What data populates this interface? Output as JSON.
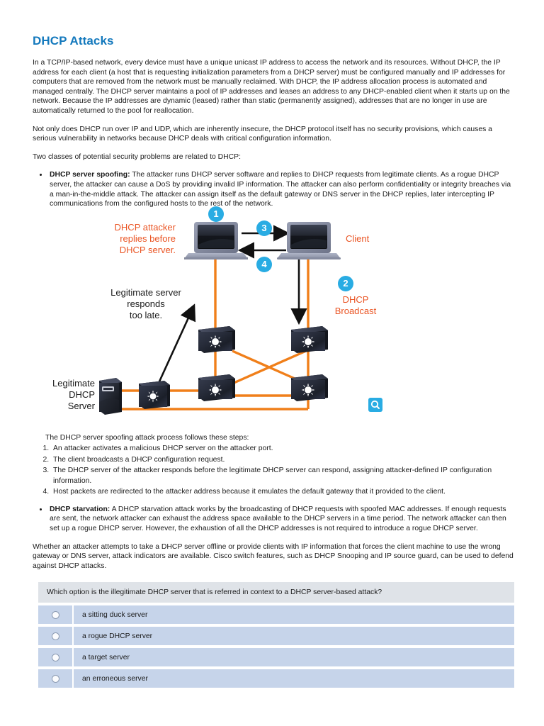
{
  "page": {
    "title": "DHCP Attacks",
    "title_color": "#1479bd"
  },
  "paragraphs": {
    "intro": "In a TCP/IP-based network, every device must have a unique unicast IP address to access the network and its resources. Without DHCP, the IP address for each client (a host that is requesting initialization parameters from a DHCP server) must be configured manually and IP addresses for computers that are removed from the network must be manually reclaimed. With DHCP, the IP address allocation process is automated and managed centrally. The DHCP server maintains a pool of IP addresses and leases an address to any DHCP-enabled client when it starts up on the network. Because the IP addresses are dynamic (leased) rather than static (permanently assigned), addresses that are no longer in use are automatically returned to the pool for reallocation.",
    "insecure": "Not only does DHCP run over IP and UDP, which are inherently insecure, the DHCP protocol itself has no security provisions, which causes a serious vulnerability in networks because DHCP deals with critical configuration information.",
    "two_classes": "Two classes of potential security problems are related to DHCP:",
    "closing": "Whether an attacker attempts to take a DHCP server offline or provide clients with IP information that forces the client machine to use the wrong gateway or DNS server, attack indicators are available. Cisco switch features, such as DHCP Snooping and IP source guard, can be used to defend against DHCP attacks."
  },
  "bullets": [
    {
      "term": "DHCP server spoofing:",
      "text": " The attacker runs DHCP server software and replies to DHCP requests from legitimate clients. As a rogue DHCP server, the attacker can cause a DoS by providing invalid IP information. The attacker can also perform confidentiality or integrity breaches via a man-in-the-middle attack. The attacker can assign itself as the default gateway or DNS server in the DHCP replies, later intercepting IP communications from the configured hosts to the rest of the network."
    },
    {
      "term": "DHCP starvation:",
      "text": " A DHCP starvation attack works by the broadcasting of DHCP requests with spoofed MAC addresses. If enough requests are sent, the network attacker can exhaust the address space available to the DHCP servers in a time period. The network attacker can then set up a rogue DHCP server. However, the exhaustion of all the DHCP addresses is not required to introduce a rogue DHCP server."
    }
  ],
  "steps": {
    "intro": "The DHCP server spoofing attack process follows these steps:",
    "items": [
      "An attacker activates a malicious DHCP server on the attacker port.",
      "The client broadcasts a DHCP configuration request.",
      "The DHCP server of the attacker responds before the legitimate DHCP server can respond, assigning attacker-defined IP configuration information.",
      "Host packets are redirected to the attacker address because it emulates the default gateway that it provided to the client."
    ]
  },
  "diagram": {
    "labels": {
      "attacker": "DHCP attacker\nreplies before\nDHCP server.",
      "attacker_line1": "DHCP attacker",
      "attacker_line2": "replies before",
      "attacker_line3": "DHCP server.",
      "client": "Client",
      "legit_line1": "Legitimate server",
      "legit_line2": "responds",
      "legit_line3": "too late.",
      "server_line1": "Legitimate",
      "server_line2": "DHCP",
      "server_line3": "Server",
      "broadcast_line1": "DHCP",
      "broadcast_line2": "Broadcast"
    },
    "badges": [
      "1",
      "2",
      "3",
      "4"
    ],
    "colors": {
      "link": "#f07f1a",
      "badge": "#29ace3",
      "red_text": "#ea5423",
      "device_dark": "#2b2f3e"
    },
    "magnifier_label": "zoom-image-button"
  },
  "quiz": {
    "question": "Which option is the illegitimate DHCP server that is referred in context to a DHCP server-based attack?",
    "options": [
      "a sitting duck server",
      "a rogue DHCP server",
      "a target server",
      "an erroneous server"
    ]
  }
}
